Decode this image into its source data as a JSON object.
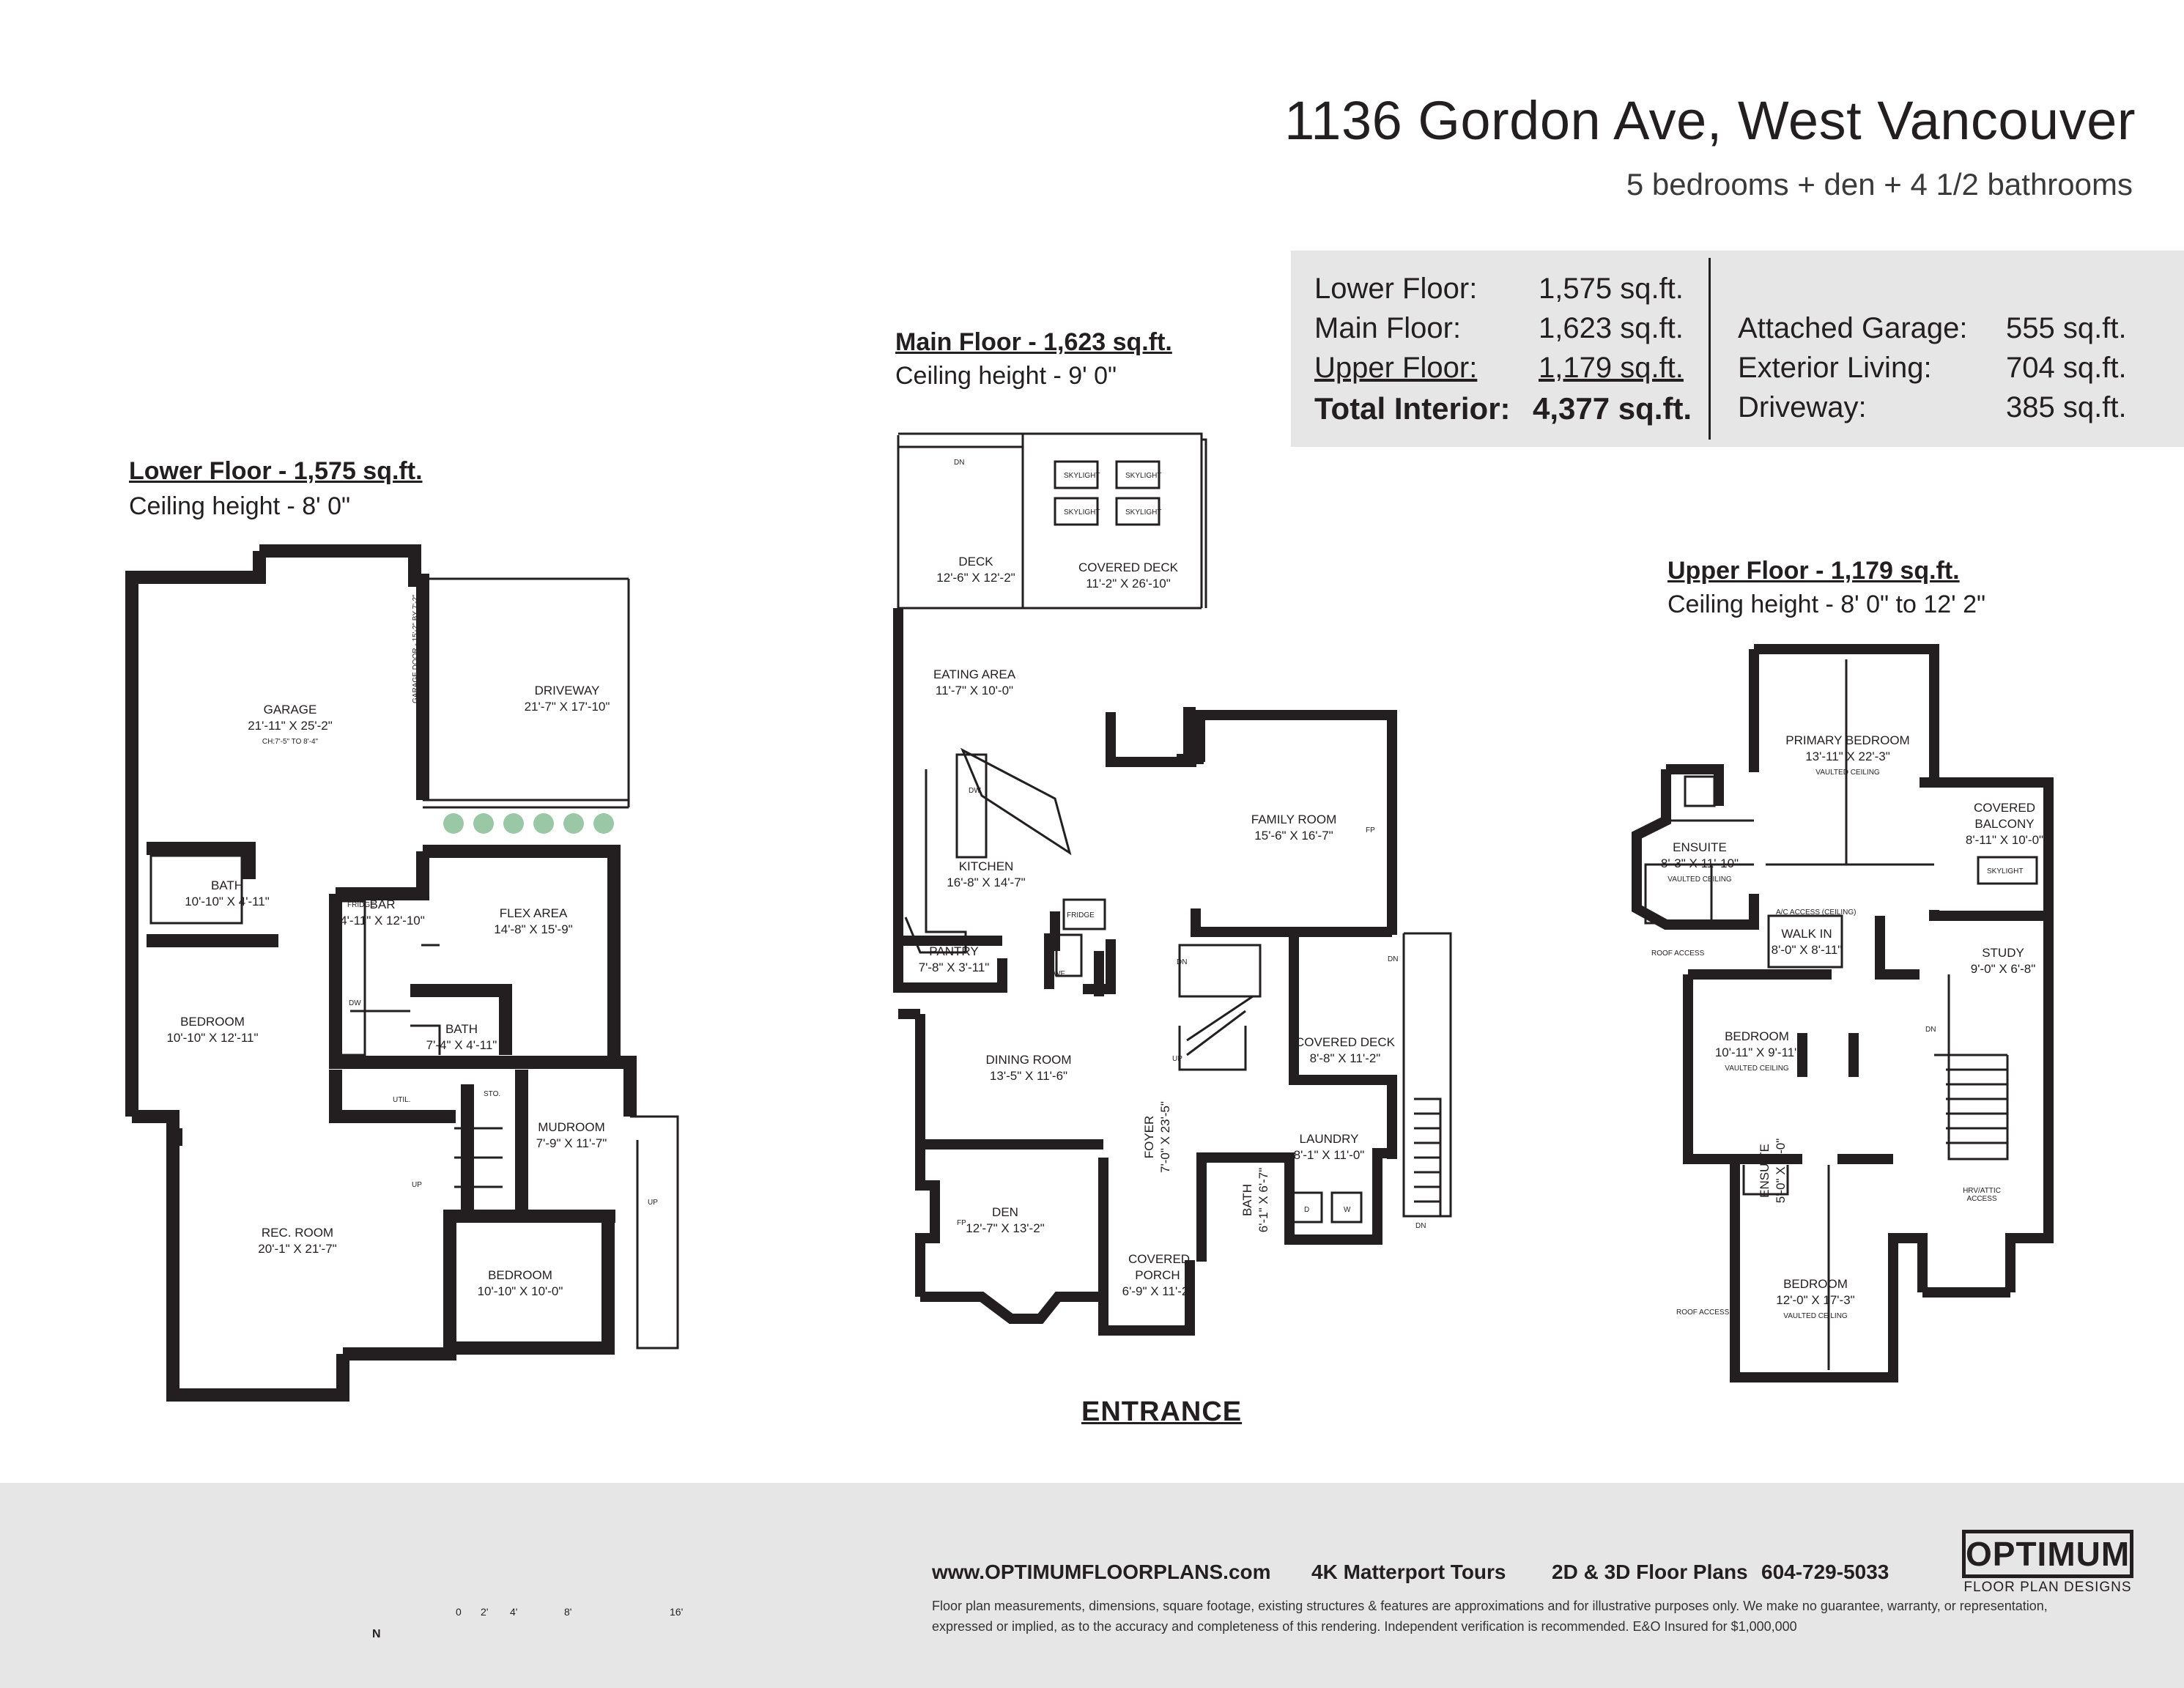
{
  "header": {
    "address": "1136 Gordon Ave, West Vancouver",
    "summary": "5 bedrooms + den + 4 1/2 bathrooms"
  },
  "stats": {
    "left": [
      {
        "label": "Lower Floor:",
        "value": "1,575 sq.ft."
      },
      {
        "label": "Main Floor:",
        "value": "1,623 sq.ft."
      },
      {
        "label": "Upper Floor:",
        "value": "1,179 sq.ft."
      },
      {
        "label": "Total Interior:",
        "value": "4,377 sq.ft."
      }
    ],
    "right": [
      {
        "label": "Attached Garage:",
        "value": "555 sq.ft."
      },
      {
        "label": "Exterior Living:",
        "value": "704 sq.ft."
      },
      {
        "label": "Driveway:",
        "value": "385 sq.ft."
      }
    ]
  },
  "floors": {
    "lower": {
      "title": "Lower Floor - 1,575 sq.ft.",
      "ceiling": "Ceiling height - 8' 0\"",
      "rooms": [
        {
          "name": "GARAGE",
          "dims": "21'-11\" X 25'-2\"",
          "note": "CH:7'-5\" TO 8'-4\""
        },
        {
          "name": "DRIVEWAY",
          "dims": "21'-7\" X 17'-10\""
        },
        {
          "name": "BATH",
          "dims": "10'-10\" X 4'-11\""
        },
        {
          "name": "BEDROOM",
          "dims": "10'-10\" X 12'-11\""
        },
        {
          "name": "BAR",
          "dims": "4'-11\" X 12'-10\""
        },
        {
          "name": "FLEX AREA",
          "dims": "14'-8\" X 15'-9\""
        },
        {
          "name": "BATH",
          "dims": "7'-4\" X 4'-11\""
        },
        {
          "name": "MUDROOM",
          "dims": "7'-9\" X 11'-7\""
        },
        {
          "name": "REC. ROOM",
          "dims": "20'-1\" X 21'-7\""
        },
        {
          "name": "BEDROOM",
          "dims": "10'-10\" X 10'-0\""
        }
      ],
      "small": {
        "garage_door": "GARAGE DOOR - 15'-2\" BY 7'-2\"",
        "fridge": "FRIDGE",
        "dw": "DW",
        "util": "UTIL.",
        "sto": "STO.",
        "up1": "UP",
        "up2": "UP"
      }
    },
    "main": {
      "title": "Main Floor - 1,623 sq.ft.",
      "ceiling": "Ceiling height - 9' 0\"",
      "rooms": [
        {
          "name": "DECK",
          "dims": "12'-6\" X 12'-2\""
        },
        {
          "name": "COVERED DECK",
          "dims": "11'-2\" X 26'-10\""
        },
        {
          "name": "EATING AREA",
          "dims": "11'-7\" X 10'-0\""
        },
        {
          "name": "KITCHEN",
          "dims": "16'-8\" X 14'-7\""
        },
        {
          "name": "FAMILY ROOM",
          "dims": "15'-6\" X 16'-7\""
        },
        {
          "name": "PANTRY",
          "dims": "7'-8\" X 3'-11\""
        },
        {
          "name": "DINING ROOM",
          "dims": "13'-5\" X 11'-6\""
        },
        {
          "name": "FOYER",
          "dims": "7'-0\" X 23'-5\""
        },
        {
          "name": "COVERED DECK",
          "dims": "8'-8\" X 11'-2\""
        },
        {
          "name": "LAUNDRY",
          "dims": "8'-1\" X 11'-0\""
        },
        {
          "name": "BATH",
          "dims": "6'-1\" X 6'-7\""
        },
        {
          "name": "DEN",
          "dims": "12'-7\" X 13'-2\""
        },
        {
          "name": "COVERED PORCH",
          "dims": "6'-9\" X 11'-2\""
        }
      ],
      "small": {
        "skylight": "SKYLIGHT",
        "dn": "DN",
        "dw": "DW",
        "fridge": "FRIDGE",
        "wf": "WF",
        "fp": "FP",
        "up": "UP",
        "d": "D",
        "w": "W"
      },
      "entrance": "ENTRANCE"
    },
    "upper": {
      "title": "Upper Floor - 1,179 sq.ft.",
      "ceiling": "Ceiling height - 8' 0\" to 12' 2\"",
      "rooms": [
        {
          "name": "PRIMARY BEDROOM",
          "dims": "13'-11\" X 22'-3\"",
          "note": "VAULTED CEILING"
        },
        {
          "name": "COVERED BALCONY",
          "dims": "8'-11\" X 10'-0\""
        },
        {
          "name": "ENSUITE",
          "dims": "8'-3\" X 11'-10\"",
          "note": "VAULTED CEILING"
        },
        {
          "name": "WALK IN",
          "dims": "8'-0\" X 8'-11\""
        },
        {
          "name": "STUDY",
          "dims": "9'-0\" X 6'-8\""
        },
        {
          "name": "BEDROOM",
          "dims": "10'-11\" X 9'-11\"",
          "note": "VAULTED CEILING"
        },
        {
          "name": "ENSUITE",
          "dims": "5'-0\" X 8'-0\""
        },
        {
          "name": "BEDROOM",
          "dims": "12'-0\" X 17'-3\"",
          "note": "VAULTED CEILING"
        }
      ],
      "small": {
        "roof_access": "ROOF ACCESS",
        "ac_access": "A/C ACCESS (CEILING)",
        "hrv": "HRV/ATTIC ACCESS",
        "skylight": "SKYLIGHT",
        "dn": "DN"
      }
    }
  },
  "scale": {
    "north": "N",
    "ticks": [
      "0",
      "2'",
      "4'",
      "8'",
      "16'"
    ]
  },
  "footer": {
    "website": "www.OPTIMUMFLOORPLANS.com",
    "service1": "4K Matterport Tours",
    "service2": "2D & 3D Floor Plans",
    "phone": "604-729-5033",
    "disclaimer_line1": "Floor plan measurements, dimensions, square footage, existing structures & features are approximations and for illustrative purposes only. We make no guarantee, warranty, or representation,",
    "disclaimer_line2": "expressed or implied, as to the accuracy and completeness of this rendering. Independent verification is recommended. E&O Insured for $1,000,000",
    "logo_main": "OPTIMUM",
    "logo_sub": "FLOOR PLAN DESIGNS"
  }
}
